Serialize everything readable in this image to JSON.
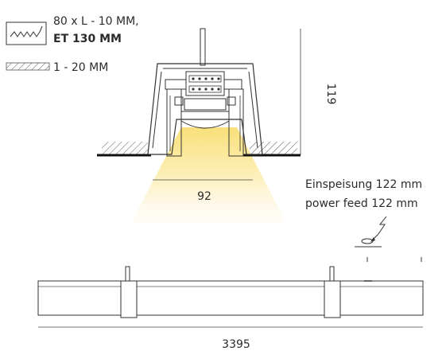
{
  "legend": {
    "cutout_line1": "80 x L - 10 MM,",
    "cutout_line2": "ET 130 MM",
    "ceiling_thickness": "1 - 20 MM"
  },
  "dimensions": {
    "height": "119",
    "width": "92",
    "length": "3395"
  },
  "power_feed": {
    "line_de": "Einspeisung 122 mm",
    "line_en": "power feed 122 mm"
  },
  "colors": {
    "light_beam": "#fcefb0",
    "line": "#333333"
  }
}
